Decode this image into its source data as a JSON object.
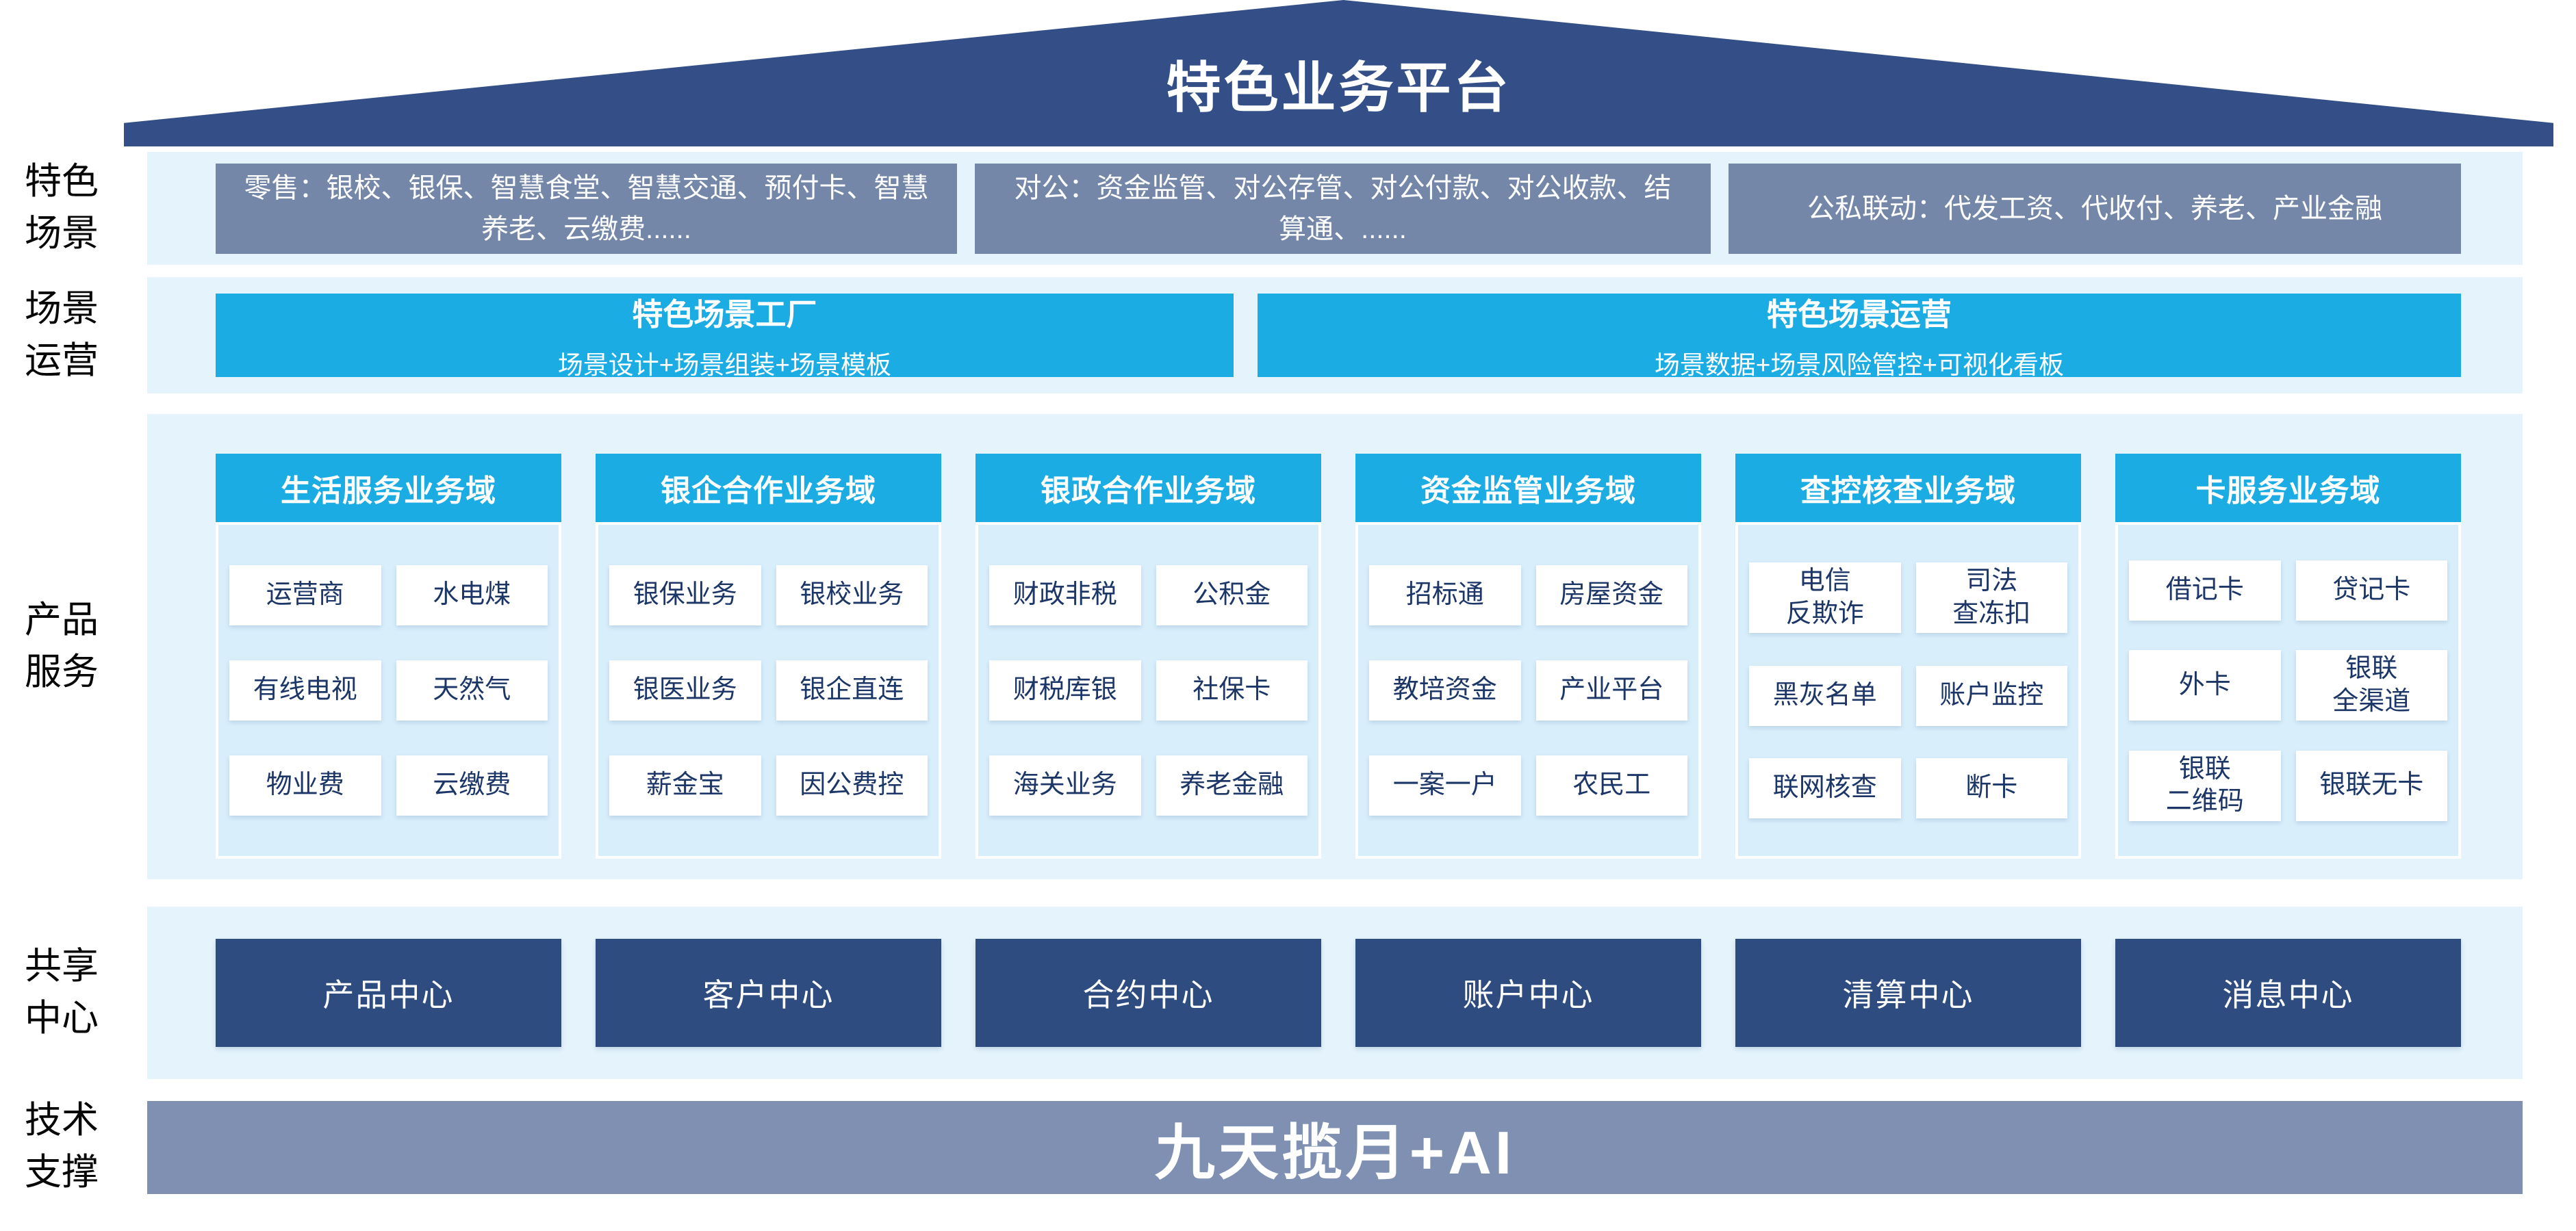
{
  "title": "特色业务平台",
  "colors": {
    "roof_navy": "#344F87",
    "scene_slate": "#7587A9",
    "cyan": "#1BACE4",
    "band_light_blue": "#E4F3FC",
    "column_body_blue": "#D8EEFB",
    "cell_text_navy": "#1C3667",
    "shared_navy": "#2E4C80",
    "tech_slate": "#8090B2"
  },
  "scene": {
    "label": "特色场景",
    "boxes": [
      "零售：银校、银保、智慧食堂、智慧交通、预付卡、智慧养老、云缴费......",
      "对公：资金监管、对公存管、对公付款、对公收款、结算通、......",
      "公私联动：代发工资、代收付、养老、产业金融"
    ]
  },
  "operation": {
    "label": "场景运营",
    "boxes": [
      {
        "title": "特色场景工厂",
        "subtitle": "场景设计+场景组装+场景模板"
      },
      {
        "title": "特色场景运营",
        "subtitle": "场景数据+场景风险管控+可视化看板"
      }
    ]
  },
  "products": {
    "label": "产品服务",
    "columns": [
      {
        "header": "生活服务业务域",
        "items": [
          "运营商",
          "水电煤",
          "有线电视",
          "天然气",
          "物业费",
          "云缴费"
        ]
      },
      {
        "header": "银企合作业务域",
        "items": [
          "银保业务",
          "银校业务",
          "银医业务",
          "银企直连",
          "薪金宝",
          "因公费控"
        ]
      },
      {
        "header": "银政合作业务域",
        "items": [
          "财政非税",
          "公积金",
          "财税库银",
          "社保卡",
          "海关业务",
          "养老金融"
        ]
      },
      {
        "header": "资金监管业务域",
        "items": [
          "招标通",
          "房屋资金",
          "教培资金",
          "产业平台",
          "一案一户",
          "农民工"
        ]
      },
      {
        "header": "查控核查业务域",
        "items": [
          "电信\n反欺诈",
          "司法\n查冻扣",
          "黑灰名单",
          "账户监控",
          "联网核查",
          "断卡"
        ]
      },
      {
        "header": "卡服务业务域",
        "items": [
          "借记卡",
          "贷记卡",
          "外卡",
          "银联\n全渠道",
          "银联\n二维码",
          "银联无卡"
        ]
      }
    ]
  },
  "shared": {
    "label": "共享中心",
    "centers": [
      "产品中心",
      "客户中心",
      "合约中心",
      "账户中心",
      "清算中心",
      "消息中心"
    ]
  },
  "tech": {
    "label": "技术支撑",
    "bar": "九天揽月+AI"
  }
}
